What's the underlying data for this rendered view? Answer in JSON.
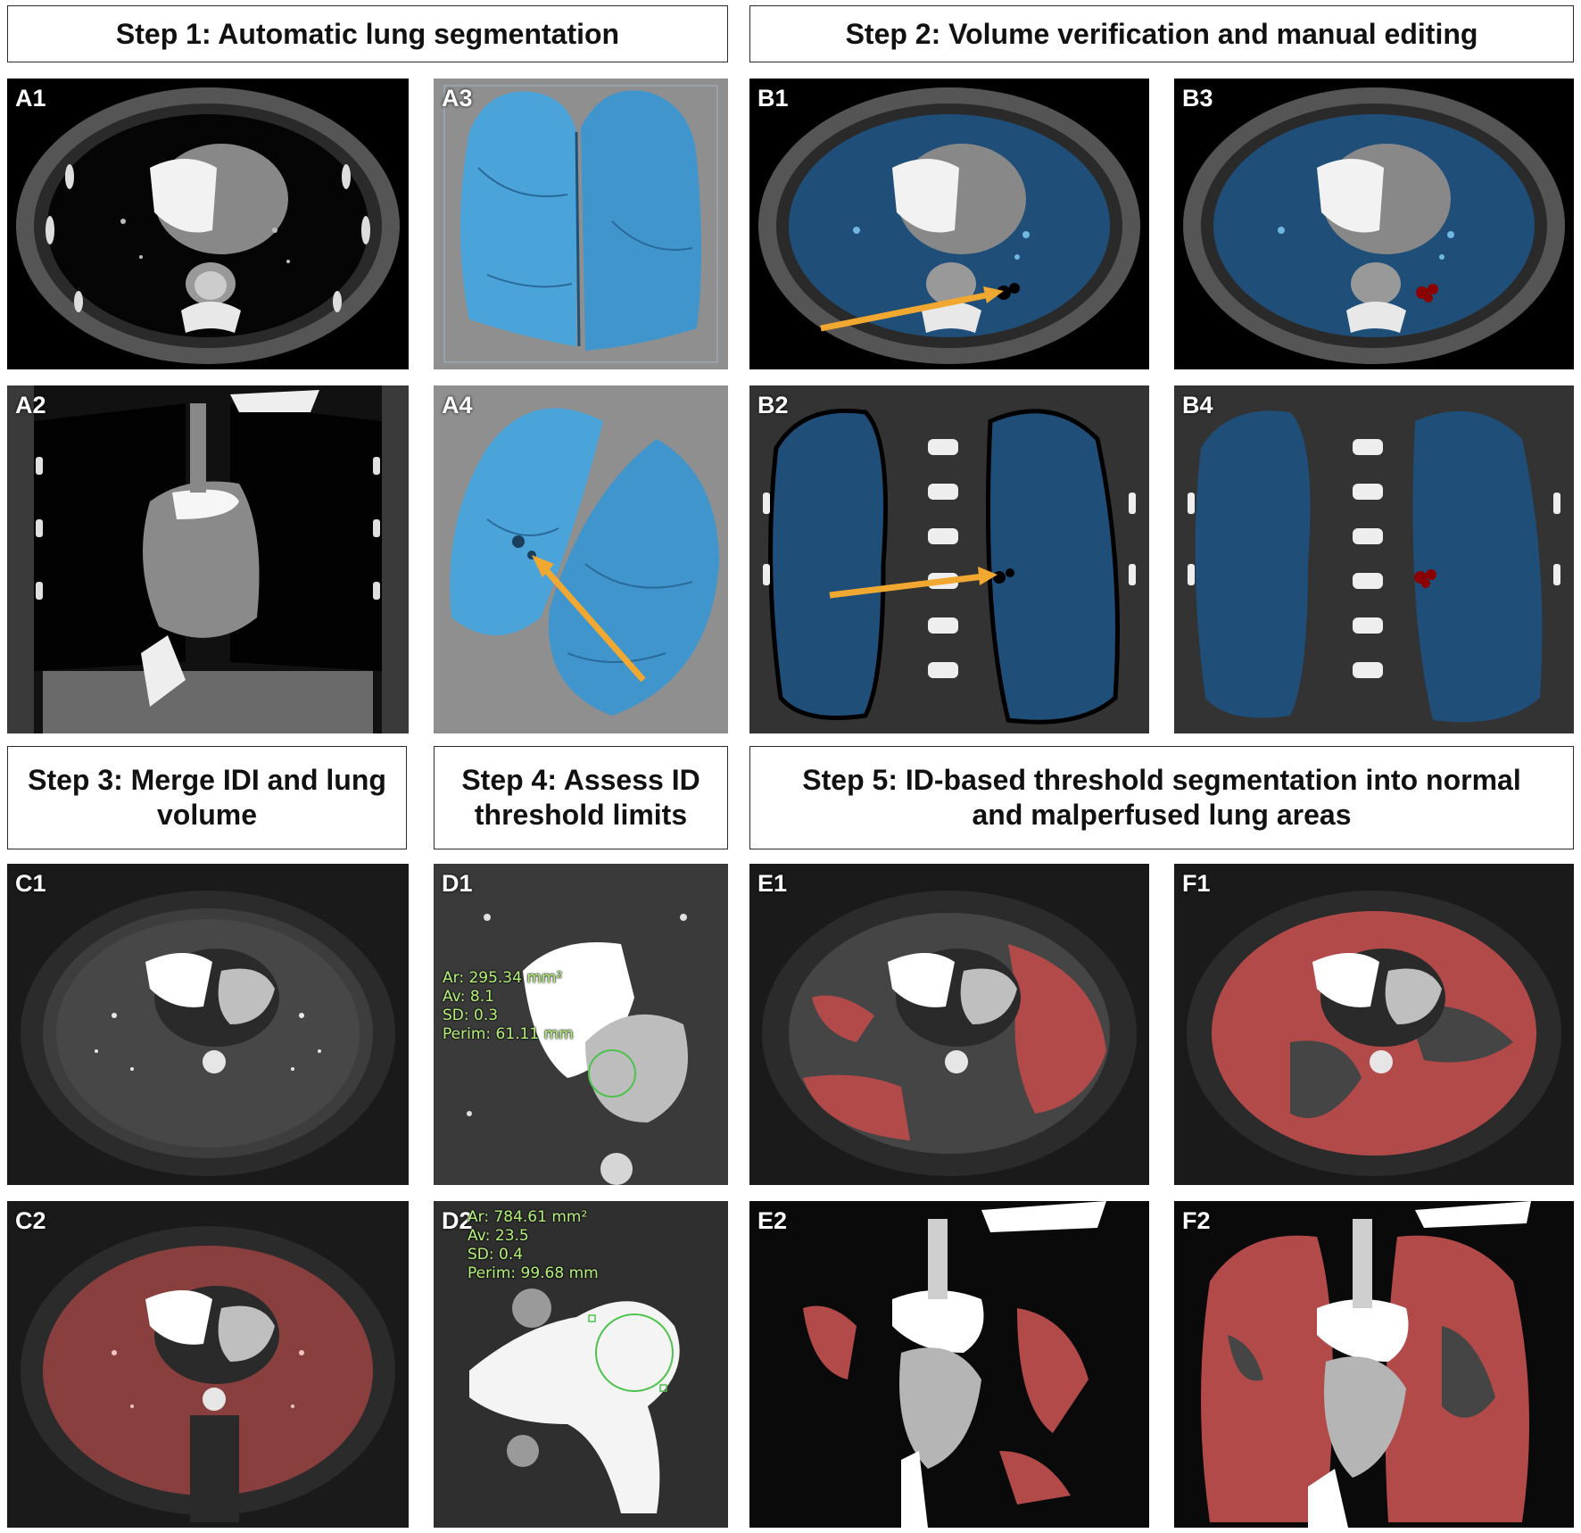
{
  "headers": {
    "step1": "Step 1: Automatic lung segmentation",
    "step2": "Step 2: Volume verification and manual editing",
    "step3": "Step 3: Merge IDI and lung volume",
    "step4": "Step 4: Assess ID threshold limits",
    "step5": "Step 5: ID-based threshold segmentation into normal and malperfused lung areas"
  },
  "panels": {
    "A1": "A1",
    "A2": "A2",
    "A3": "A3",
    "A4": "A4",
    "B1": "B1",
    "B2": "B2",
    "B3": "B3",
    "B4": "B4",
    "C1": "C1",
    "C2": "C2",
    "D1": "D1",
    "D2": "D2",
    "E1": "E1",
    "E2": "E2",
    "F1": "F1",
    "F2": "F2"
  },
  "measurements": {
    "D1": {
      "area": "Ar: 295.34 mm²",
      "avg": "Av: 8.1",
      "sd": "SD: 0.3",
      "perim": "Perim: 61.11 mm"
    },
    "D2": {
      "area": "Ar: 784.61 mm²",
      "avg": "Av: 23.5",
      "sd": "SD: 0.4",
      "perim": "Perim: 99.68 mm"
    }
  },
  "colors": {
    "lung_blue": "#1f4e79",
    "render_blue": "#4aa3d9",
    "malperfusion_red": "#b34a4a",
    "edit_red": "#8b0000",
    "arrow_orange": "#f0a830",
    "roi_green": "#4ec24e",
    "text_green": "#b6f27a"
  }
}
